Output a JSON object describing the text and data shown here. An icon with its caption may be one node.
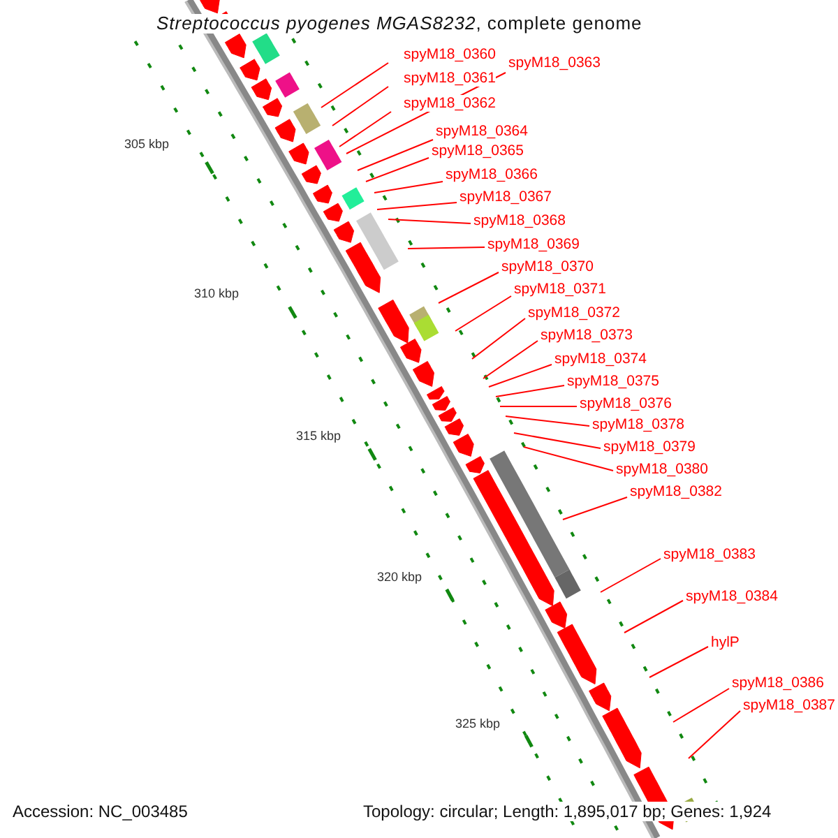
{
  "diagram": {
    "title": "*Streptococcus pyogenes MGAS8232*, complete genome",
    "nodes": [
      {
        "text": [
          "spyM18_0360"
        ]
      },
      {
        "text": [
          "spyM18_0361"
        ]
      },
      {
        "text": [
          "spyM18_0363"
        ]
      },
      {
        "text": [
          "spyM18_0362"
        ]
      },
      {
        "text": [
          "spyM18_0364"
        ]
      },
      {
        "text": [
          "spyM18_0365"
        ]
      },
      {
        "text": [
          "spyM18_0366"
        ]
      },
      {
        "text": [
          "spyM18_0367"
        ]
      },
      {
        "text": [
          "spyM18_0368"
        ]
      },
      {
        "text": [
          "spyM18_0369"
        ]
      },
      {
        "text": [
          "spyM18_0370"
        ]
      },
      {
        "text": [
          "spyM18_0371"
        ]
      },
      {
        "text": [
          "spyM18_0372"
        ]
      },
      {
        "text": [
          "spyM18_0373"
        ]
      },
      {
        "text": [
          "spyM18_0374"
        ]
      },
      {
        "text": [
          "spyM18_0375"
        ]
      },
      {
        "text": [
          "spyM18_0376"
        ]
      },
      {
        "text": [
          "spyM18_0378"
        ]
      },
      {
        "text": [
          "spyM18_0379"
        ]
      },
      {
        "text": [
          "spyM18_0380"
        ]
      },
      {
        "text": [
          "spyM18_0382"
        ]
      },
      {
        "text": [
          "spyM18_0383"
        ]
      },
      {
        "text": [
          "spyM18_0384"
        ]
      },
      {
        "text": [
          "hylP"
        ]
      },
      {
        "text": [
          "spyM18_0386"
        ]
      },
      {
        "text": [
          "spyM18_0387"
        ]
      }
    ],
    "edges": [
      {
        "from": 0,
        "to": null,
        "arrow": "none"
      },
      {
        "from": 1,
        "to": null,
        "arrow": "none"
      },
      {
        "from": 2,
        "to": null,
        "arrow": "none"
      },
      {
        "from": 3,
        "to": null,
        "arrow": "none"
      },
      {
        "from": 4,
        "to": null,
        "arrow": "none"
      },
      {
        "from": 5,
        "to": null,
        "arrow": "none"
      },
      {
        "from": 6,
        "to": null,
        "arrow": "none"
      },
      {
        "from": 7,
        "to": null,
        "arrow": "none"
      },
      {
        "from": 8,
        "to": null,
        "arrow": "none"
      },
      {
        "from": 9,
        "to": null,
        "arrow": "none"
      },
      {
        "from": 10,
        "to": null,
        "arrow": "none"
      },
      {
        "from": 11,
        "to": null,
        "arrow": "none"
      },
      {
        "from": 12,
        "to": null,
        "arrow": "none"
      },
      {
        "from": 13,
        "to": null,
        "arrow": "none"
      },
      {
        "from": 14,
        "to": null,
        "arrow": "none"
      },
      {
        "from": 15,
        "to": null,
        "arrow": "none"
      },
      {
        "from": 16,
        "to": null,
        "arrow": "none"
      },
      {
        "from": 17,
        "to": null,
        "arrow": "none"
      },
      {
        "from": 18,
        "to": null,
        "arrow": "none"
      },
      {
        "from": 19,
        "to": null,
        "arrow": "none"
      },
      {
        "from": 20,
        "to": null,
        "arrow": "none"
      },
      {
        "from": 21,
        "to": null,
        "arrow": "none"
      },
      {
        "from": 22,
        "to": null,
        "arrow": "none"
      },
      {
        "from": 23,
        "to": null,
        "arrow": "none"
      },
      {
        "from": 24,
        "to": null,
        "arrow": "none"
      },
      {
        "from": 25,
        "to": null,
        "arrow": "none"
      }
    ],
    "labels": [
      "305 kbp",
      "310 kbp",
      "315 kbp",
      "320 kbp",
      "325 kbp",
      "Accession: NC_003485",
      "Topology: circular; Length: 1,895,017 bp; Genes: 1,924"
    ]
  }
}
